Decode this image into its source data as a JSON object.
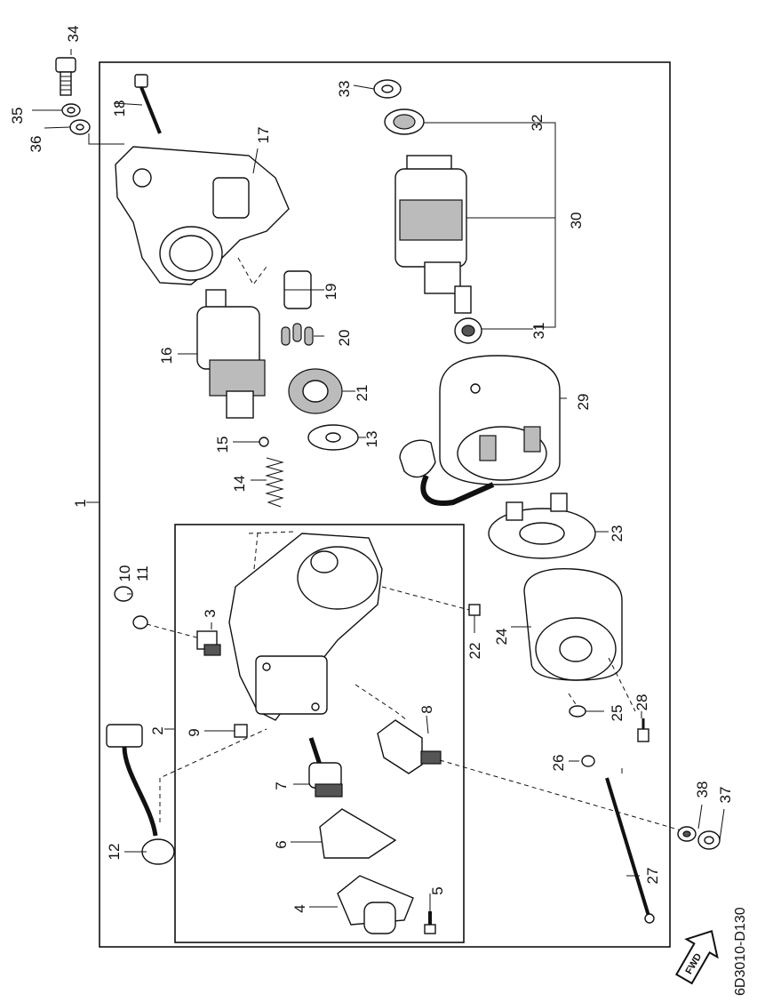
{
  "diagram_code": "6D3010-D130",
  "forward_label": "FWD",
  "part_numbers": {
    "p1": "1",
    "p2": "2",
    "p3": "3",
    "p4": "4",
    "p5": "5",
    "p6": "6",
    "p7": "7",
    "p8": "8",
    "p9": "9",
    "p10": "10",
    "p11": "11",
    "p12": "12",
    "p13": "13",
    "p14": "14",
    "p15": "15",
    "p16": "16",
    "p17": "17",
    "p18": "18",
    "p19": "19",
    "p20": "20",
    "p21": "21",
    "p22": "22",
    "p23": "23",
    "p24": "24",
    "p25": "25",
    "p26": "26",
    "p27": "27",
    "p28": "28",
    "p29": "29",
    "p30": "30",
    "p31": "31",
    "p32": "32",
    "p33": "33",
    "p34": "34",
    "p35": "35",
    "p36": "36",
    "p37": "37",
    "p38": "38"
  }
}
